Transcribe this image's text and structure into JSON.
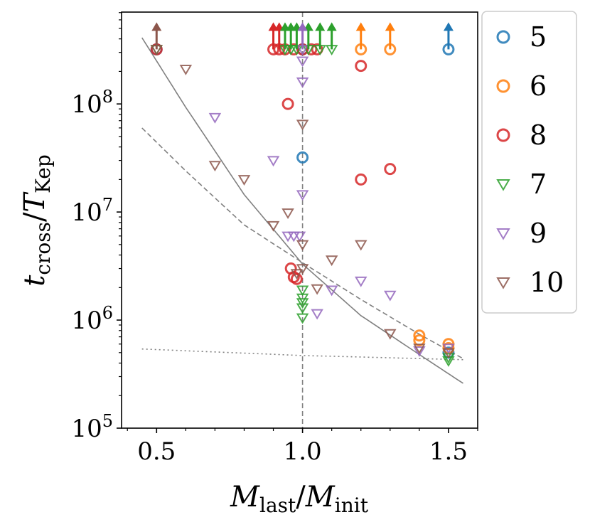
{
  "chart_data": {
    "type": "scatter",
    "xlabel": {
      "base": "M",
      "base_sub": "last",
      "sep": "/",
      "base2": "M",
      "base2_sub": "init"
    },
    "ylabel": {
      "base": "t",
      "base_sub": "cross",
      "sep": "/",
      "base2": "T",
      "base2_sub": "Kep"
    },
    "xlim": [
      0.38,
      1.6
    ],
    "ylim_log10": [
      5,
      8.85
    ],
    "yscale": "log",
    "xticks": [
      {
        "value": 0.5,
        "label": "0.5"
      },
      {
        "value": 1.0,
        "label": "1.0"
      },
      {
        "value": 1.5,
        "label": "1.5"
      }
    ],
    "yticks": [
      {
        "exp": 5,
        "label_base": "10",
        "label_exp": "5"
      },
      {
        "exp": 6,
        "label_base": "10",
        "label_exp": "6"
      },
      {
        "exp": 7,
        "label_base": "10",
        "label_exp": "7"
      },
      {
        "exp": 8,
        "label_base": "10",
        "label_exp": "8"
      }
    ],
    "legend_position": "outside-right-top",
    "series": [
      {
        "name": "5",
        "marker": "circle",
        "color": "#1f77b4",
        "points": [
          [
            0.5,
            320000000.0
          ],
          [
            1.0,
            320000000.0
          ],
          [
            1.0,
            32000000.0
          ],
          [
            1.5,
            320000000.0
          ],
          [
            1.5,
            500000.0
          ]
        ],
        "upper_limits": [
          [
            1.5,
            320000000.0
          ]
        ]
      },
      {
        "name": "6",
        "marker": "circle",
        "color": "#ff7f0e",
        "points": [
          [
            1.2,
            320000000.0
          ],
          [
            1.3,
            320000000.0
          ],
          [
            1.4,
            720000.0
          ],
          [
            1.4,
            650000.0
          ],
          [
            1.5,
            600000.0
          ],
          [
            1.5,
            550000.0
          ]
        ],
        "upper_limits": [
          [
            1.2,
            320000000.0
          ],
          [
            1.3,
            320000000.0
          ]
        ]
      },
      {
        "name": "8",
        "marker": "circle",
        "color": "#d62728",
        "points": [
          [
            0.5,
            320000000.0
          ],
          [
            0.9,
            320000000.0
          ],
          [
            0.92,
            320000000.0
          ],
          [
            0.94,
            320000000.0
          ],
          [
            0.97,
            320000000.0
          ],
          [
            1.0,
            320000000.0
          ],
          [
            1.03,
            320000000.0
          ],
          [
            1.05,
            320000000.0
          ],
          [
            0.95,
            100000000.0
          ],
          [
            1.2,
            225000000.0
          ],
          [
            1.2,
            20000000.0
          ],
          [
            1.3,
            25000000.0
          ],
          [
            0.96,
            3000000.0
          ],
          [
            0.97,
            2500000.0
          ],
          [
            0.98,
            2400000.0
          ]
        ],
        "upper_limits": [
          [
            0.9,
            320000000.0
          ],
          [
            0.92,
            320000000.0
          ]
        ]
      },
      {
        "name": "7",
        "marker": "triangle-down",
        "color": "#2ca02c",
        "points": [
          [
            0.5,
            320000000.0
          ],
          [
            0.94,
            320000000.0
          ],
          [
            0.96,
            320000000.0
          ],
          [
            0.98,
            320000000.0
          ],
          [
            1.02,
            320000000.0
          ],
          [
            1.06,
            320000000.0
          ],
          [
            1.1,
            320000000.0
          ],
          [
            1.0,
            1900000.0
          ],
          [
            1.0,
            1600000.0
          ],
          [
            1.0,
            1450000.0
          ],
          [
            1.0,
            1300000.0
          ],
          [
            1.0,
            1050000.0
          ],
          [
            1.5,
            450000.0
          ],
          [
            1.5,
            420000.0
          ]
        ],
        "upper_limits": [
          [
            0.94,
            320000000.0
          ],
          [
            0.96,
            320000000.0
          ],
          [
            0.98,
            320000000.0
          ],
          [
            1.02,
            320000000.0
          ],
          [
            1.06,
            320000000.0
          ],
          [
            1.1,
            320000000.0
          ]
        ]
      },
      {
        "name": "9",
        "marker": "triangle-down",
        "color": "#9467bd",
        "points": [
          [
            1.0,
            320000000.0
          ],
          [
            1.0,
            250000000.0
          ],
          [
            1.0,
            160000000.0
          ],
          [
            0.7,
            75000000.0
          ],
          [
            0.9,
            30000000.0
          ],
          [
            1.0,
            14500000.0
          ],
          [
            0.95,
            6000000.0
          ],
          [
            0.97,
            6000000.0
          ],
          [
            0.99,
            6000000.0
          ],
          [
            1.05,
            1150000.0
          ],
          [
            1.1,
            1900000.0
          ],
          [
            1.2,
            2300000.0
          ],
          [
            1.3,
            1700000.0
          ],
          [
            1.4,
            520000.0
          ],
          [
            1.5,
            550000.0
          ]
        ],
        "upper_limits": [
          [
            1.0,
            320000000.0
          ]
        ]
      },
      {
        "name": "10",
        "marker": "triangle-down",
        "color": "#8c564b",
        "points": [
          [
            0.5,
            320000000.0
          ],
          [
            0.6,
            210000000.0
          ],
          [
            1.0,
            65000000.0
          ],
          [
            0.7,
            27000000.0
          ],
          [
            0.8,
            20000000.0
          ],
          [
            0.95,
            9800000.0
          ],
          [
            0.9,
            7500000.0
          ],
          [
            1.0,
            5000000.0
          ],
          [
            1.1,
            3600000.0
          ],
          [
            1.2,
            5000000.0
          ],
          [
            1.0,
            3000000.0
          ],
          [
            0.98,
            2700000.0
          ],
          [
            1.05,
            1950000.0
          ],
          [
            1.3,
            750000.0
          ],
          [
            1.4,
            550000.0
          ],
          [
            1.5,
            500000.0
          ]
        ],
        "upper_limits": [
          [
            0.5,
            320000000.0
          ]
        ]
      }
    ],
    "reference_lines": [
      {
        "style": "solid",
        "color": "#808080",
        "x": [
          0.45,
          0.6,
          0.8,
          1.0,
          1.2,
          1.4,
          1.55
        ],
        "y": [
          410000000.0,
          93000000.0,
          14500000.0,
          3300000.0,
          1100000.0,
          480000.0,
          260000.0
        ]
      },
      {
        "style": "dashed",
        "color": "#808080",
        "x": [
          0.45,
          0.6,
          0.8,
          1.0,
          1.2,
          1.4,
          1.55
        ],
        "y": [
          60000000.0,
          24000000.0,
          7600000.0,
          3400000.0,
          1550000.0,
          740000.0,
          440000.0
        ]
      },
      {
        "style": "dotted",
        "color": "#808080",
        "x": [
          0.45,
          1.0,
          1.55
        ],
        "y": [
          540000.0,
          470000.0,
          430000.0
        ]
      }
    ],
    "vertical_line": {
      "x": 1.0,
      "style": "dashed",
      "color": "#808080"
    }
  }
}
